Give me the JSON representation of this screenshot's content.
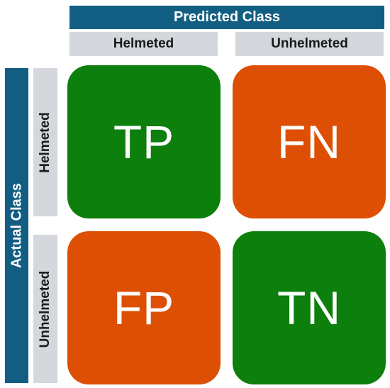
{
  "header": {
    "predicted_label": "Predicted Class",
    "actual_label": "Actual Class"
  },
  "columns": [
    {
      "label": "Helmeted"
    },
    {
      "label": "Unhelmeted"
    }
  ],
  "rows": [
    {
      "label": "Helmeted"
    },
    {
      "label": "Unhelmeted"
    }
  ],
  "cells": [
    {
      "label": "TP",
      "color": "#0c7f0c"
    },
    {
      "label": "FN",
      "color": "#dd4f04"
    },
    {
      "label": "FP",
      "color": "#dd4f04"
    },
    {
      "label": "TN",
      "color": "#0c7f0c"
    }
  ],
  "colors": {
    "banner": "#125e82",
    "header_bg": "#d4d7dc",
    "correct": "#0c7f0c",
    "incorrect": "#dd4f04"
  }
}
